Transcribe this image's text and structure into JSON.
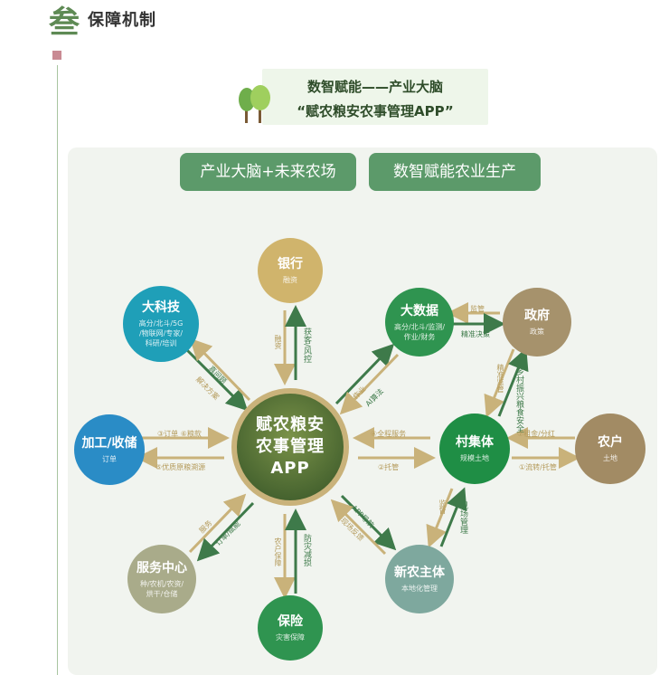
{
  "section": {
    "glyph": "叁",
    "title": "保障机制"
  },
  "header": {
    "line1": "数智赋能——产业大脑",
    "line2": "“赋农粮安农事管理APP”"
  },
  "pills": [
    "产业大脑+未来农场",
    "数智赋能农业生产"
  ],
  "center": {
    "line1": "赋农粮安",
    "line2": "农事管理",
    "line3": "APP"
  },
  "nodes": {
    "bank": {
      "title": "银行",
      "sub": "融资"
    },
    "tech": {
      "title": "大科技",
      "sub1": "高分/北斗/5G",
      "sub2": "/物联网/专家/",
      "sub3": "科研/培训"
    },
    "bigdata": {
      "title": "大数据",
      "sub1": "高分/北斗/监测/",
      "sub2": "作业/财务"
    },
    "gov": {
      "title": "政府",
      "sub": "政策"
    },
    "processing": {
      "title": "加工/收储",
      "sub": "订单"
    },
    "village": {
      "title": "村集体",
      "sub": "规模土地"
    },
    "farmer": {
      "title": "农户",
      "sub": "土地"
    },
    "service": {
      "title": "服务中心",
      "sub1": "种/农机/农资/",
      "sub2": "烘干/仓储"
    },
    "newagent": {
      "title": "新农主体",
      "sub": "本地化管理"
    },
    "insurance": {
      "title": "保险",
      "sub": "灾害保障"
    }
  },
  "labels": {
    "bank_in": "获客/风控",
    "bank_out": "融资",
    "tech_in": "真问题",
    "tech_out": "解决方案",
    "bigdata_in": "AI算法",
    "bigdata_out": "作业",
    "gov_to_bigdata": "监管",
    "bigdata_to_gov": "精准决策",
    "gov_down": "精准监管",
    "gov_down2": "乡村振兴粮食安全",
    "proc_top": "③订单 ⑥粮款",
    "proc_bottom": "⑤优质原粮溯源",
    "village_top": "④全程服务",
    "village_bottom": "②托管",
    "farmer_top": "⑦租金/分红",
    "farmer_bottom": "①流转/托管",
    "service_in": "订单/赋能",
    "service_out": "服务",
    "insurance_in": "防灾减损",
    "insurance_out": "农户保障",
    "newagent_in": "APP导航",
    "newagent_out": "现场反馈",
    "village_new_a": "现场管理",
    "village_new_b": "监督"
  }
}
